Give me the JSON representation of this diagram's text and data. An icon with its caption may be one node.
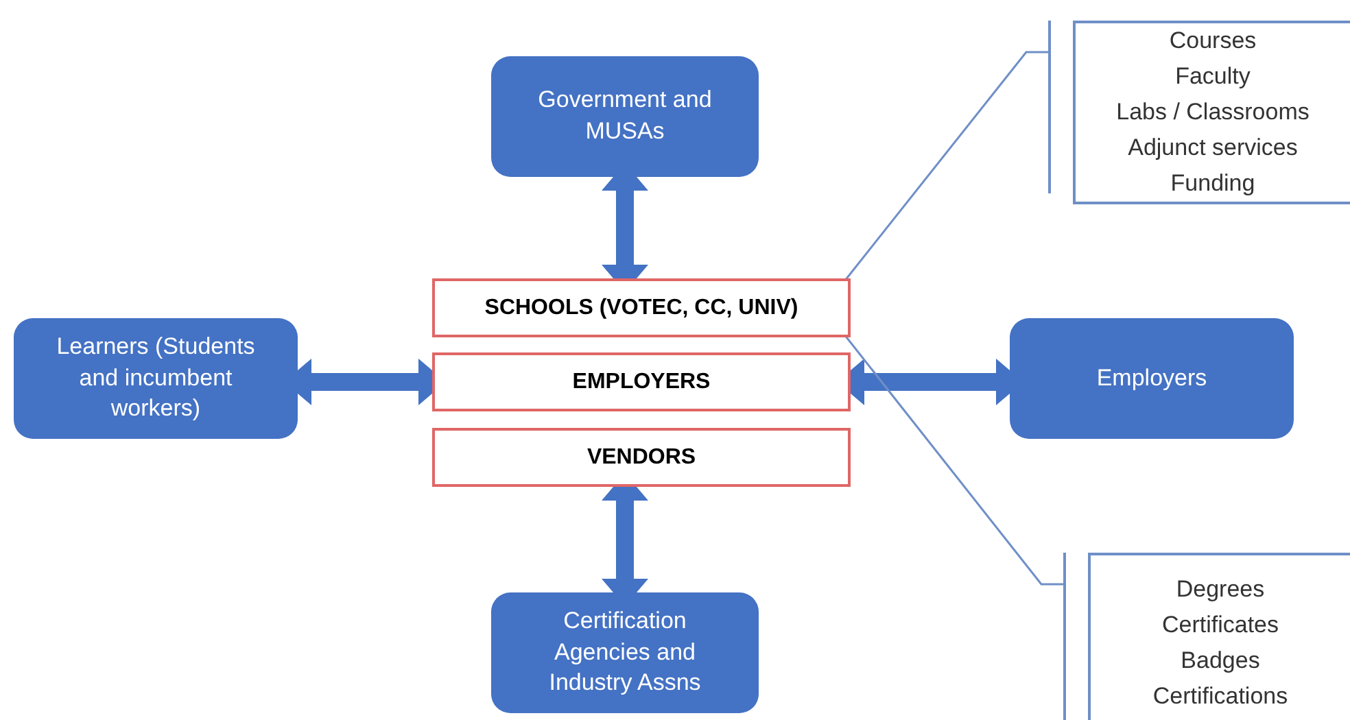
{
  "diagram": {
    "nodes": [
      {
        "text": [
          "Government and MUSAs"
        ]
      },
      {
        "text": [
          "Learners (Students and incumbent workers)"
        ]
      },
      {
        "text": [
          "SCHOOLS (VOTEC, CC, UNIV)"
        ]
      },
      {
        "text": [
          "EMPLOYERS"
        ]
      },
      {
        "text": [
          "VENDORS"
        ]
      },
      {
        "text": [
          "Employers"
        ]
      },
      {
        "text": [
          "Certification Agencies and Industry Assns"
        ]
      },
      {
        "text": [
          "Courses",
          "Faculty",
          "Labs / Classrooms",
          "Adjunct services",
          "Funding"
        ]
      },
      {
        "text": [
          "Degrees",
          "Certificates",
          "Badges",
          "Certifications"
        ]
      }
    ],
    "edges": [
      {
        "from": 0,
        "to": 2,
        "arrow": "both"
      },
      {
        "from": 1,
        "to": 3,
        "arrow": "both"
      },
      {
        "from": 5,
        "to": 3,
        "arrow": "both"
      },
      {
        "from": 6,
        "to": 4,
        "arrow": "both"
      },
      {
        "from": 2,
        "to": 7,
        "arrow": "none"
      },
      {
        "from": 2,
        "to": 8,
        "arrow": "none"
      }
    ]
  }
}
